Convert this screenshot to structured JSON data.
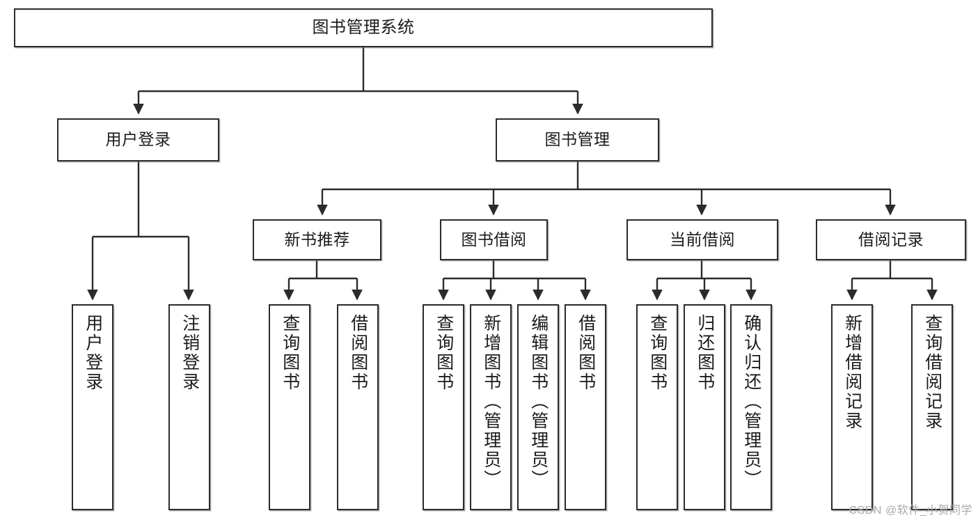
{
  "diagram": {
    "type": "tree-hierarchy",
    "root": {
      "label": "图书管理系统"
    },
    "level2": [
      {
        "label": "用户登录"
      },
      {
        "label": "图书管理"
      }
    ],
    "level3": [
      {
        "label": "新书推荐"
      },
      {
        "label": "图书借阅"
      },
      {
        "label": "当前借阅"
      },
      {
        "label": "借阅记录"
      }
    ],
    "leaves": {
      "user_login": [
        {
          "label": "用户登录"
        },
        {
          "label": "注销登录"
        }
      ],
      "new_book_recommend": [
        {
          "label": "查询图书"
        },
        {
          "label": "借阅图书"
        }
      ],
      "book_borrow": [
        {
          "label": "查询图书"
        },
        {
          "label": "新增图书（管理员）"
        },
        {
          "label": "编辑图书（管理员）"
        },
        {
          "label": "借阅图书"
        }
      ],
      "current_borrow": [
        {
          "label": "查询图书"
        },
        {
          "label": "归还图书"
        },
        {
          "label": "确认归还（管理员）"
        }
      ],
      "borrow_record": [
        {
          "label": "新增借阅记录"
        },
        {
          "label": "查询借阅记录"
        }
      ]
    }
  },
  "watermark": {
    "text": "CSDN @软件_小贺同学"
  },
  "colors": {
    "border": "#2b2b2b",
    "background": "#ffffff",
    "text": "#1b1b1b",
    "watermark": "#a9a9a9"
  }
}
